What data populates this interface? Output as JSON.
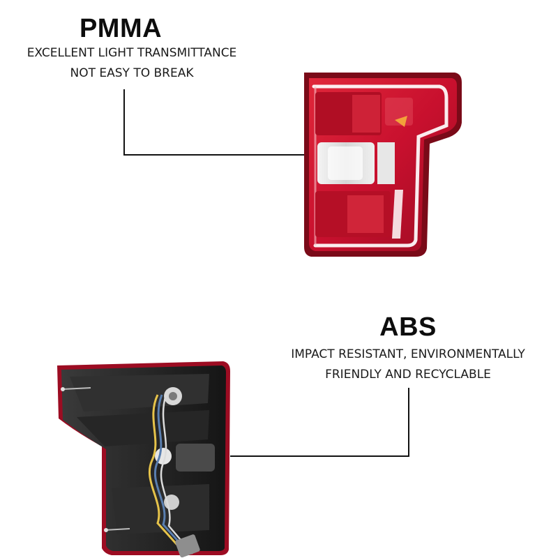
{
  "pmma": {
    "title": "PMMA",
    "lines": [
      "EXCELLENT LIGHT TRANSMITTANCE",
      "NOT EASY TO BREAK"
    ]
  },
  "abs": {
    "title": "ABS",
    "lines": [
      "IMPACT RESISTANT, ENVIRONMENTALLY",
      "FRIENDLY AND RECYCLABLE"
    ]
  },
  "colors": {
    "lens_red": "#c8102e",
    "housing_dark": "#2a2a2a",
    "leader_line": "#111111"
  }
}
